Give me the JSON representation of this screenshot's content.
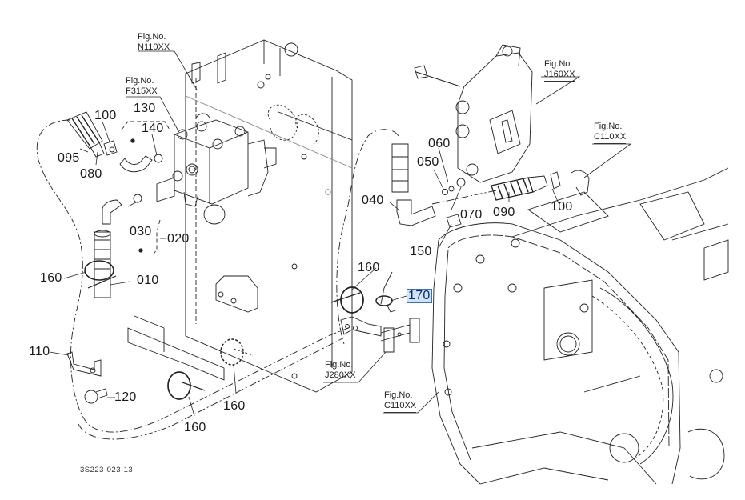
{
  "diagram": {
    "drawing_number": "3S223-023-13",
    "highlight_color": "#cfe3f7",
    "highlighted_part": "170",
    "figure_refs": [
      {
        "id": "n110",
        "label": "Fig.No.",
        "code": "N110XX"
      },
      {
        "id": "f315",
        "label": "Fig.No.",
        "code": "F315XX"
      },
      {
        "id": "j160",
        "label": "Fig.No.",
        "code": "J160XX"
      },
      {
        "id": "c110a",
        "label": "Fig.No.",
        "code": "C110XX"
      },
      {
        "id": "j280",
        "label": "Fig.No.",
        "code": "J280XX"
      },
      {
        "id": "c110b",
        "label": "Fig.No.",
        "code": "C110XX"
      }
    ],
    "callouts": [
      {
        "id": "p100a",
        "text": "100"
      },
      {
        "id": "p130",
        "text": "130"
      },
      {
        "id": "p140",
        "text": "140"
      },
      {
        "id": "p095",
        "text": "095"
      },
      {
        "id": "p080",
        "text": "080"
      },
      {
        "id": "p030",
        "text": "030"
      },
      {
        "id": "p020",
        "text": "020"
      },
      {
        "id": "p160a",
        "text": "160"
      },
      {
        "id": "p010",
        "text": "010"
      },
      {
        "id": "p110",
        "text": "110"
      },
      {
        "id": "p120",
        "text": "120"
      },
      {
        "id": "p160b",
        "text": "160"
      },
      {
        "id": "p160c",
        "text": "160"
      },
      {
        "id": "p060",
        "text": "060"
      },
      {
        "id": "p050",
        "text": "050"
      },
      {
        "id": "p040",
        "text": "040"
      },
      {
        "id": "p070",
        "text": "070"
      },
      {
        "id": "p090",
        "text": "090"
      },
      {
        "id": "p100b",
        "text": "100"
      },
      {
        "id": "p150",
        "text": "150"
      },
      {
        "id": "p160d",
        "text": "160"
      },
      {
        "id": "p170",
        "text": "170"
      }
    ]
  }
}
